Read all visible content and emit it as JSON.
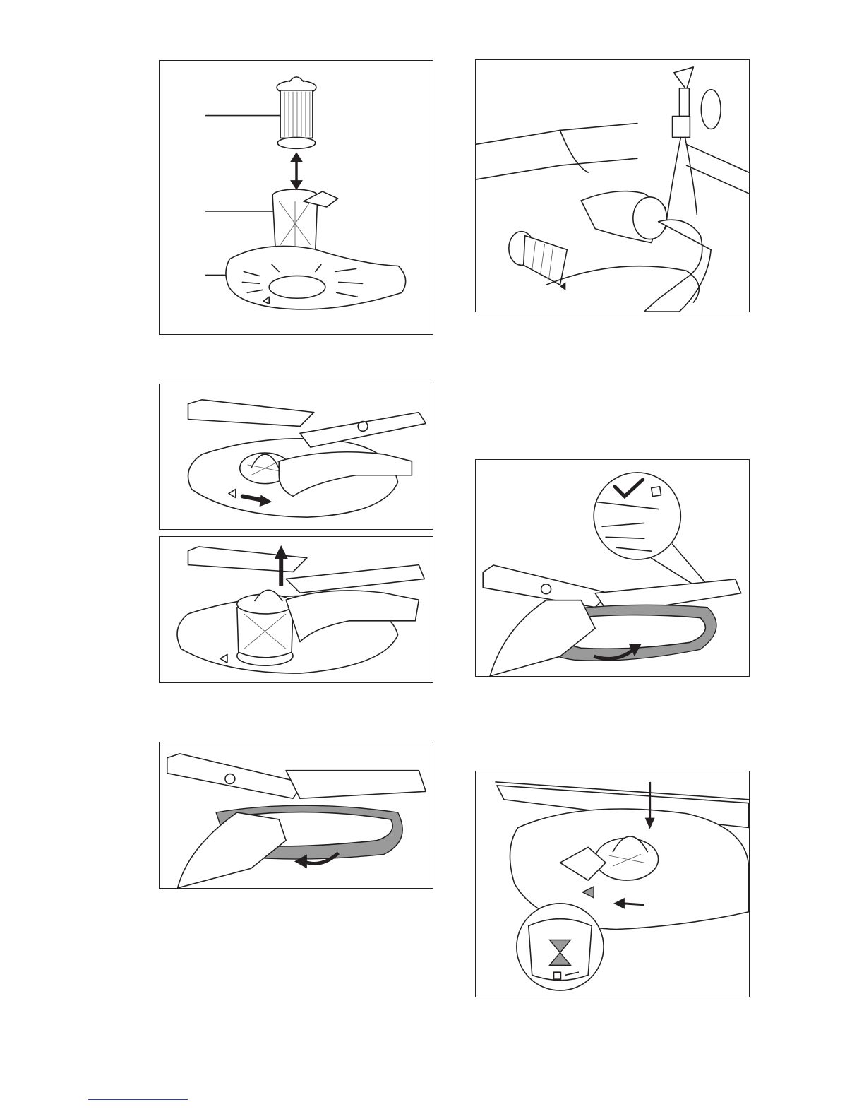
{
  "figures": [
    {
      "id": "fig1",
      "depicts": "filter-assembly-exploded"
    },
    {
      "id": "fig2",
      "depicts": "rinse-filters-under-tap"
    },
    {
      "id": "fig3",
      "depicts": "turn-filter-anticlockwise"
    },
    {
      "id": "fig4",
      "depicts": "lift-filter-out"
    },
    {
      "id": "fig5",
      "depicts": "check-flat-filter-position"
    },
    {
      "id": "fig6",
      "depicts": "remove-flat-filter"
    },
    {
      "id": "fig7",
      "depicts": "lock-filter-clockwise"
    }
  ],
  "colors": {
    "ink": "#231f20",
    "shade": "#9a9a9a",
    "footer_rule": "#2c3fb0"
  },
  "icons": [
    "double-arrow-icon",
    "arrow-up-icon",
    "arrow-right-icon",
    "curved-arrow-icon",
    "arrow-down-icon",
    "arrow-left-icon",
    "check-mark-icon",
    "lock-icon"
  ]
}
